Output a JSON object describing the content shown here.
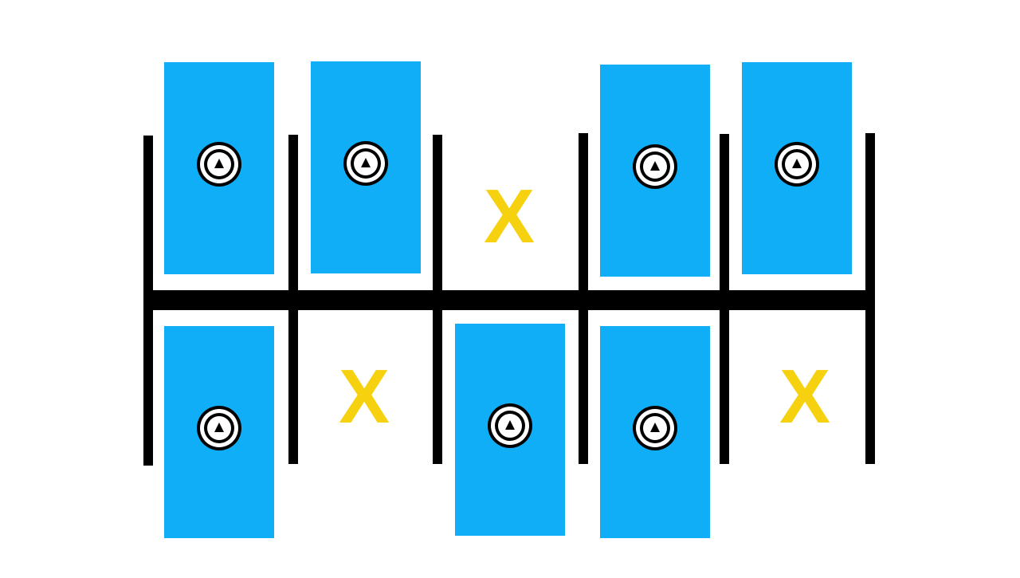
{
  "colors": {
    "background": "#ffffff",
    "structure": "#000000",
    "occupied_space": "#10aef6",
    "empty_mark": "#f6d10f",
    "sensor_ring": "#000000",
    "sensor_fill": "#ffffff"
  },
  "layout": {
    "aisle": "center",
    "sides": [
      "top",
      "bottom"
    ],
    "columns": 5
  },
  "icons": {
    "occupied": "sensor-target-icon",
    "empty": "x-mark"
  },
  "spaces": {
    "top": [
      {
        "status": "occupied",
        "label": ""
      },
      {
        "status": "occupied",
        "label": ""
      },
      {
        "status": "empty",
        "label": "X"
      },
      {
        "status": "occupied",
        "label": ""
      },
      {
        "status": "occupied",
        "label": ""
      }
    ],
    "bottom": [
      {
        "status": "occupied",
        "label": ""
      },
      {
        "status": "empty",
        "label": "X"
      },
      {
        "status": "occupied",
        "label": ""
      },
      {
        "status": "occupied",
        "label": ""
      },
      {
        "status": "empty",
        "label": "X"
      }
    ]
  }
}
